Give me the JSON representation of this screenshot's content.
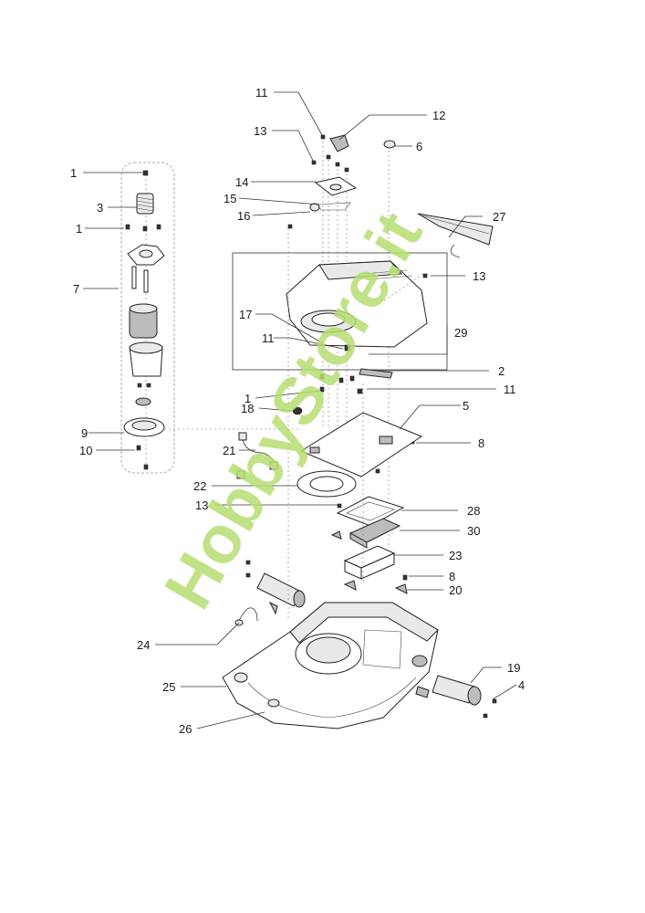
{
  "watermark": "HobbyStore.it",
  "callouts": [
    "1",
    "1",
    "1",
    "2",
    "3",
    "4",
    "5",
    "6",
    "7",
    "8",
    "8",
    "9",
    "10",
    "11",
    "11",
    "11",
    "12",
    "13",
    "13",
    "13",
    "14",
    "15",
    "16",
    "17",
    "18",
    "19",
    "20",
    "21",
    "22",
    "23",
    "24",
    "25",
    "26",
    "27",
    "28",
    "29",
    "30"
  ]
}
